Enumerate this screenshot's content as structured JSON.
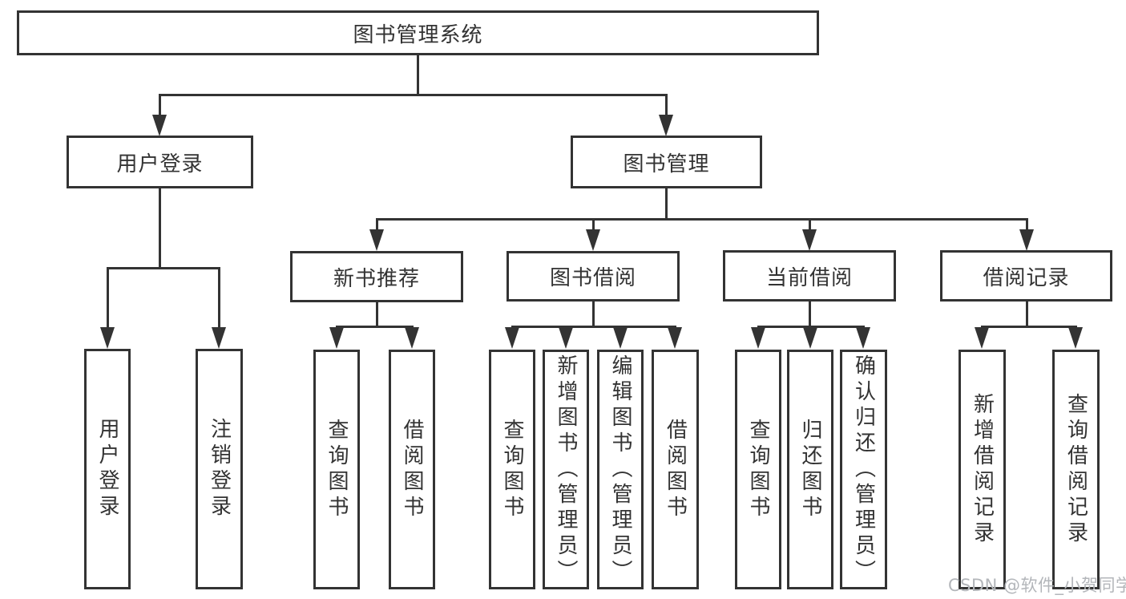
{
  "diagram": {
    "type": "hierarchy-tree",
    "root": {
      "label": "图书管理系统"
    },
    "level2": {
      "user_login": {
        "label": "用户登录"
      },
      "book_mgmt": {
        "label": "图书管理"
      }
    },
    "level3": {
      "new_books": {
        "label": "新书推荐"
      },
      "book_borrow": {
        "label": "图书借阅"
      },
      "current_borrow": {
        "label": "当前借阅"
      },
      "borrow_records": {
        "label": "借阅记录"
      }
    },
    "leaves": {
      "user_login_leaf": "用户登录",
      "logout": "注销登录",
      "nb_query": "查询图书",
      "nb_borrow": "借阅图书",
      "bb_query": "查询图书",
      "bb_add": "新增图书（管理员）",
      "bb_edit": "编辑图书（管理员）",
      "bb_borrow": "借阅图书",
      "cb_query": "查询图书",
      "cb_return": "归还图书",
      "cb_confirm": "确认归还（管理员）",
      "br_add": "新增借阅记录",
      "br_query": "查询借阅记录"
    },
    "edges": [
      "图书管理系统 -> 用户登录",
      "图书管理系统 -> 图书管理",
      "用户登录 -> 用户登录(叶), 注销登录",
      "图书管理 -> 新书推荐, 图书借阅, 当前借阅, 借阅记录",
      "新书推荐 -> 查询图书, 借阅图书",
      "图书借阅 -> 查询图书, 新增图书（管理员）, 编辑图书（管理员）, 借阅图书",
      "当前借阅 -> 查询图书, 归还图书, 确认归还（管理员）",
      "借阅记录 -> 新增借阅记录, 查询借阅记录"
    ],
    "colors": {
      "line": "#333333",
      "box_border": "#333333",
      "box_fill": "#ffffff",
      "text": "#333333",
      "watermark_text": "#b3b6ba"
    }
  },
  "watermark": "CSDN @软件_小贺同学"
}
